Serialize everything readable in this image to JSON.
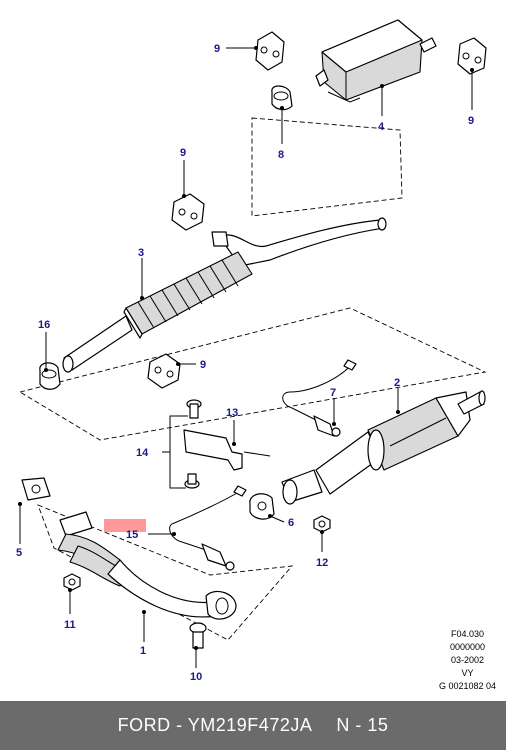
{
  "diagram": {
    "callouts": {
      "c1": "1",
      "c2": "2",
      "c3": "3",
      "c4": "4",
      "c5": "5",
      "c6": "6",
      "c7": "7",
      "c8": "8",
      "c9a": "9",
      "c9b": "9",
      "c9c": "9",
      "c9d": "9",
      "c10": "10",
      "c11": "11",
      "c12": "12",
      "c13": "13",
      "c14": "14",
      "c15": "15",
      "c16": "16"
    },
    "highlight_color": "#ff9999",
    "callout_color": "#1a1a8c"
  },
  "reference": {
    "line1": "F04.030",
    "line2": "0000000",
    "line3": "03-2002",
    "line4": "VY",
    "line5": "G 0021082 04"
  },
  "footer": {
    "brand_part": "FORD - YM219F472JA",
    "page": "N - 15",
    "background": "#6b6b6b"
  }
}
